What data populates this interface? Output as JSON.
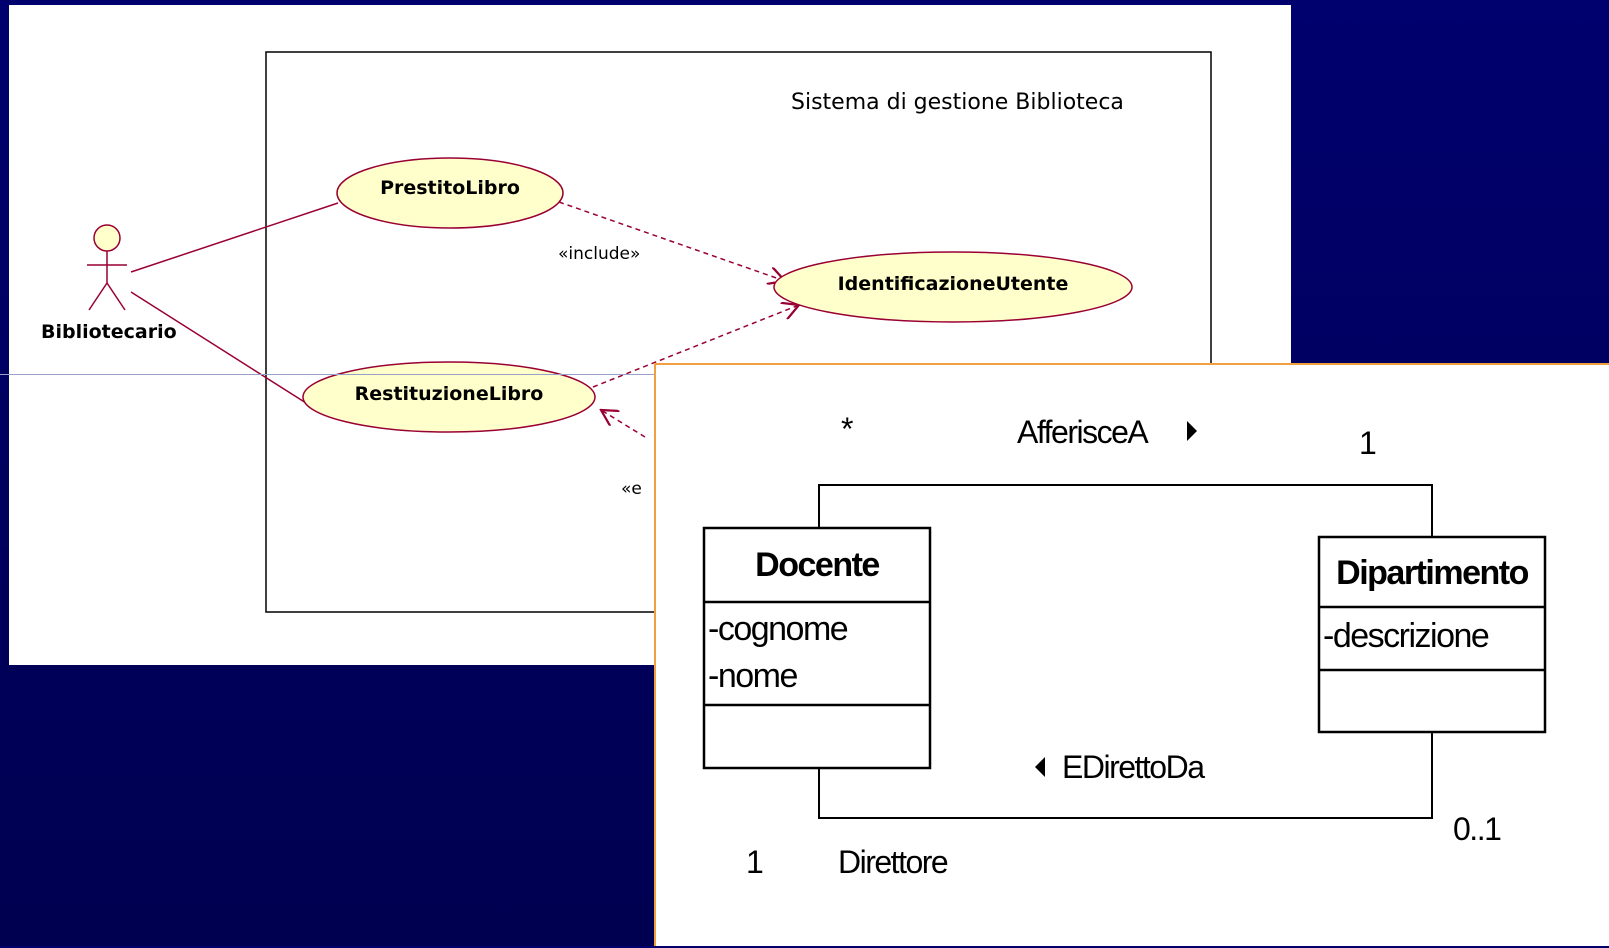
{
  "usecase_diagram": {
    "system_title": "Sistema di gestione Biblioteca",
    "actor": "Bibliotecario",
    "use_cases": {
      "prestito": "PrestitoLibro",
      "identificazione": "IdentificazioneUtente",
      "restituzione": "RestituzioneLibro"
    },
    "stereotype_include": "«include»",
    "stereotype_extend_partial": "«e"
  },
  "class_diagram": {
    "class_docente": {
      "name": "Docente",
      "attributes": [
        "-cognome",
        "-nome"
      ]
    },
    "class_dipartimento": {
      "name": "Dipartimento",
      "attributes": [
        "-descrizione"
      ]
    },
    "assoc_afferisce": {
      "name": "AfferisceA",
      "mult_docente": "*",
      "mult_dipartimento": "1"
    },
    "assoc_diretto": {
      "name": "EDirettoDa",
      "mult_docente": "1",
      "role_docente": "Direttore",
      "mult_dipartimento": "0..1"
    }
  },
  "colors": {
    "background": "#000060",
    "usecase_fill": "#ffffcc",
    "usecase_stroke": "#990033",
    "panel_border": "#f0a040"
  }
}
